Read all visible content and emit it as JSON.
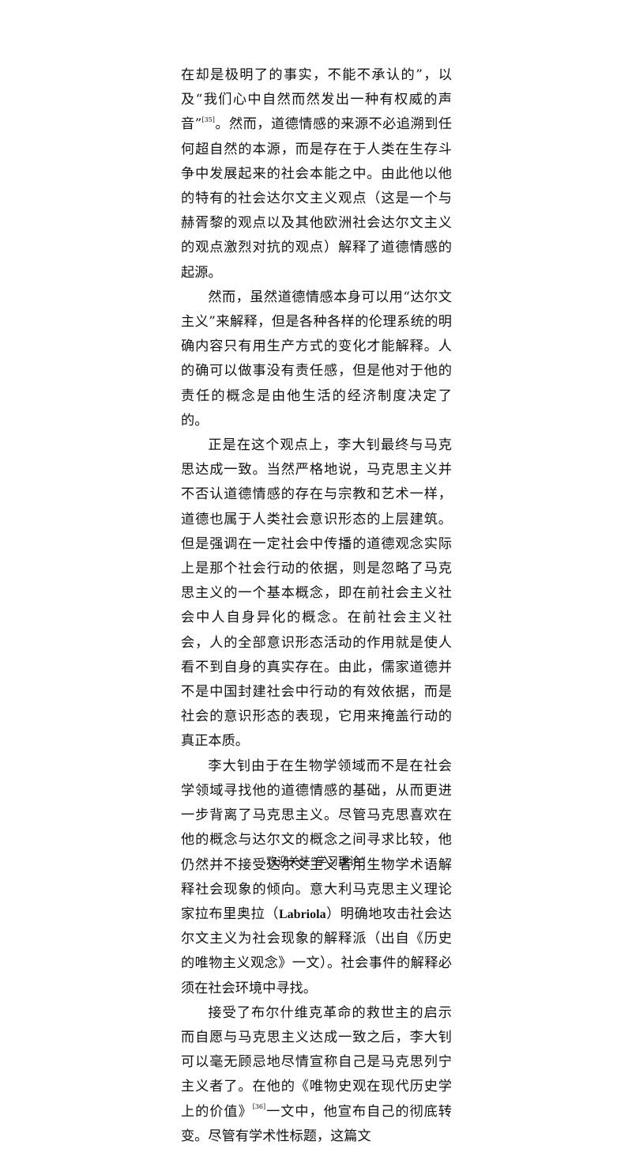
{
  "paragraphs": [
    {
      "first": true,
      "segments": [
        {
          "t": "text",
          "v": "在却是极明了的事实，不能不承认的”，以及“我们心中自然而然发出一种有权威的声音”"
        },
        {
          "t": "sup",
          "v": "[35]"
        },
        {
          "t": "text",
          "v": "。然而，道德情感的来源不必追溯到任何超自然的本源，而是存在于人类在生存斗争中发展起来的社会本能之中。由此他以他的特有的社会达尔文主义观点（这是一个与赫胥黎的观点以及其他欧洲社会达尔文主义的观点激烈对抗的观点）解释了道德情感的起源。"
        }
      ]
    },
    {
      "first": false,
      "segments": [
        {
          "t": "text",
          "v": "然而，虽然道德情感本身可以用“达尔文主义”来解释，但是各种各样的伦理系统的明确内容只有用生产方式的变化才能解释。人的确可以做事没有责任感，但是他对于他的责任的概念是由他生活的经济制度决定了的。"
        }
      ]
    },
    {
      "first": false,
      "segments": [
        {
          "t": "text",
          "v": "正是在这个观点上，李大钊最终与马克思达成一致。当然严格地说，马克思主义并不否认道德情感的存在与宗教和艺术一样，道德也属于人类社会意识形态的上层建筑。但是强调在一定社会中传播的道德观念实际上是那个社会行动的依据，则是忽略了马克思主义的一个基本概念，即在前社会主义社会中人自身异化的概念。在前社会主义社会，人的全部意识形态活动的作用就是使人看不到自身的真实存在。由此，儒家道德并不是中国封建社会中行动的有效依据，而是社会的意识形态的表现，它用来掩盖行动的真正本质。"
        }
      ]
    },
    {
      "first": false,
      "segments": [
        {
          "t": "text",
          "v": "李大钊由于在生物学领域而不是在社会学领域寻找他的道德情感的基础，从而更进一步背离了马克思主义。尽管马克思喜欢在他的概念与达尔文的概念之间寻求比较，他仍然并不接受达尔文主义者用生物学术语解释社会现象的倾向。意大利马克思主义理论家拉布里奥拉（"
        },
        {
          "t": "latin",
          "v": "Labriola"
        },
        {
          "t": "text",
          "v": "）明确地攻击社会达尔文主义为社会现象的解释派（出自《历史的唯物主义观念》一文）。社会事件的解释必须在社会环境中寻找。"
        }
      ]
    },
    {
      "first": false,
      "segments": [
        {
          "t": "text",
          "v": "接受了布尔什维克革命的救世主的启示而自愿与马克思主义达成一致之后，李大钊可以毫无顾忌地尽情宣称自己是马克思列宁主义者了。在他的《唯物史观在现代历史学上的价值》"
        },
        {
          "t": "sup",
          "v": "[36]"
        },
        {
          "t": "text",
          "v": "一文中，他宣布自己的彻底转变。尽管有学术性标题，这篇文"
        }
      ]
    }
  ],
  "footer": {
    "text": "欢迎关注“学习理论”"
  }
}
